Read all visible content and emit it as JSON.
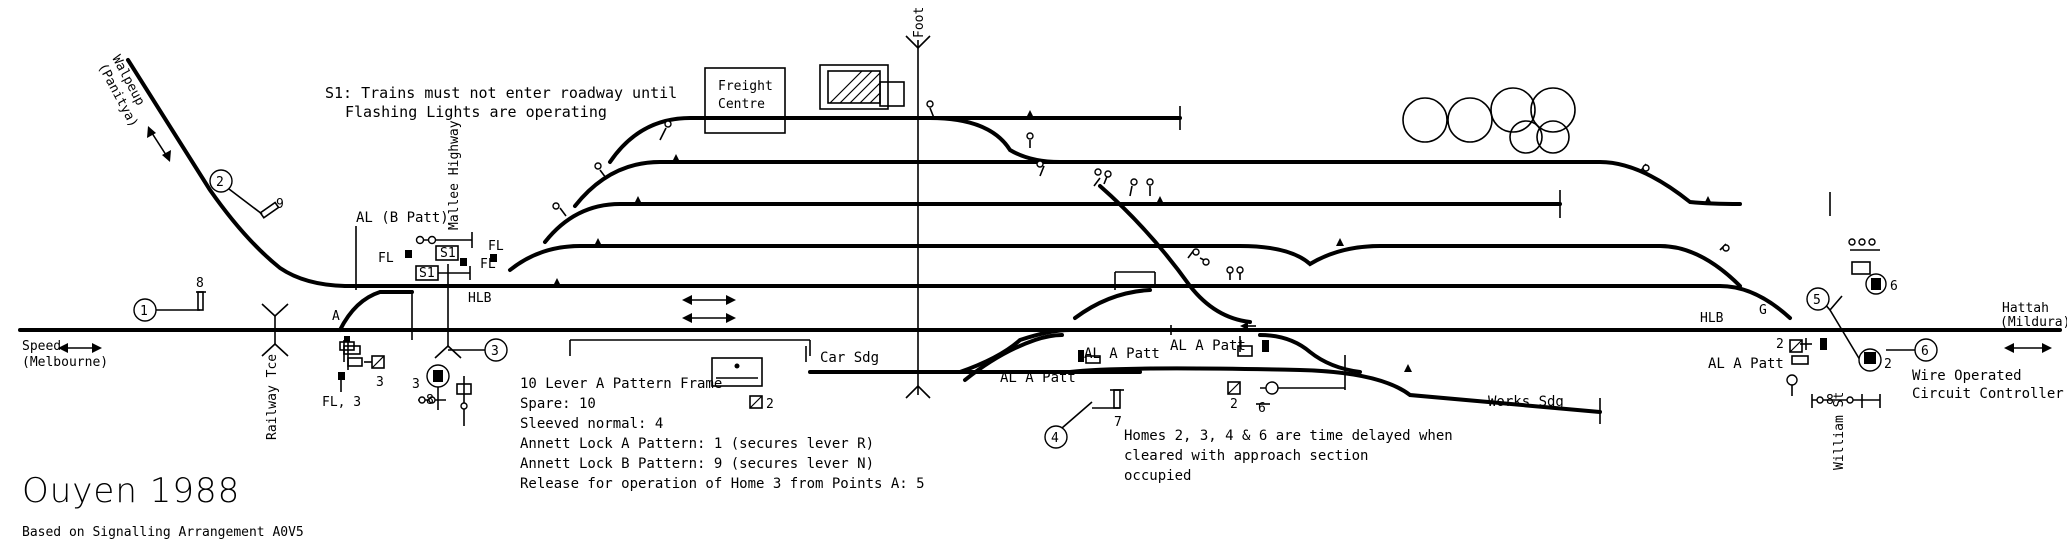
{
  "diagram": {
    "title": "Ouyen 1988",
    "subtitle": "Based on Signalling Arrangement A0V5",
    "note_s1": [
      "S1: Trains must not enter roadway until",
      "Flashing Lights are operating"
    ],
    "frame_notes": [
      "10 Lever A Pattern Frame",
      "Spare: 10",
      "Sleeved normal: 4",
      "Annett Lock A Pattern: 1 (secures lever R)",
      "Annett Lock B Pattern: 9 (secures lever N)",
      "Release for operation of Home 3 from Points A: 5"
    ],
    "homes_note": [
      "Homes 2, 3, 4 & 6 are time delayed when",
      "cleared with approach section",
      "occupied"
    ],
    "destinations": {
      "left": [
        "Speed",
        "(Melbourne)"
      ],
      "right": [
        "Hattah",
        "(Mildura)"
      ],
      "walpeup": [
        "Walpeup",
        "(Panitya)"
      ],
      "foot": "Foot"
    },
    "roads": {
      "railway_tce": "Railway Tce",
      "mallee_hwy": "Mallee Highway",
      "william_st": "William St"
    },
    "buildings": {
      "freight_centre": [
        "Freight",
        "Centre"
      ]
    },
    "sidings": {
      "car": "Car Sdg",
      "works": "Works Sdg"
    },
    "labels": {
      "al_b_patt": "AL (B Patt)",
      "al_a_patt": "AL A Patt",
      "fl": "FL",
      "s1": "S1",
      "hlb": "HLB",
      "point_a": "A",
      "point_g": "G",
      "fl3": "FL, 3",
      "wire_controller": [
        "Wire Operated",
        "Circuit Controller"
      ]
    },
    "lever_numbers": {
      "n1": "1",
      "n2": "2",
      "n3": "3",
      "n4": "4",
      "n5": "5",
      "n6": "6",
      "n7": "7",
      "n8": "8",
      "n9": "9"
    }
  }
}
